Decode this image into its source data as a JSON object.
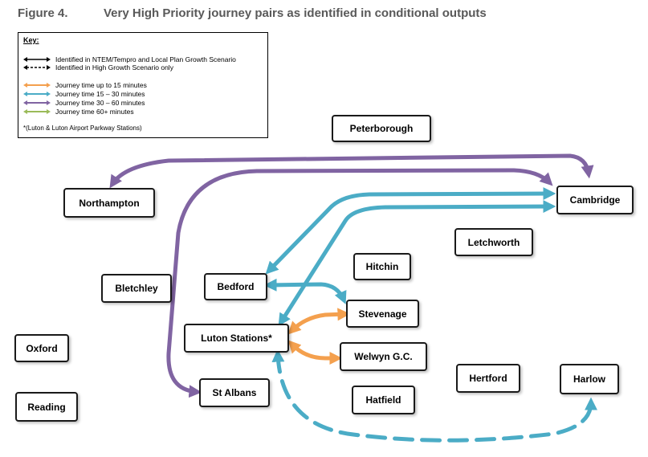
{
  "figure": {
    "number": "Figure 4.",
    "title": "Very High Priority journey pairs as identified in conditional outputs"
  },
  "key": {
    "title": "Key:",
    "items": [
      {
        "label": "Identified in NTEM/Tempro and Local Plan Growth Scenario",
        "style": "solid",
        "color": "#000000"
      },
      {
        "label": "Identified in High Growth Scenario only",
        "style": "dashed",
        "color": "#000000"
      },
      {
        "label": "Journey time up to 15 minutes",
        "style": "solid",
        "color": "#F4A04E"
      },
      {
        "label": "Journey time 15 – 30 minutes",
        "style": "solid",
        "color": "#4BACC6"
      },
      {
        "label": "Journey time 30 – 60 minutes",
        "style": "solid",
        "color": "#8064A2"
      },
      {
        "label": "Journey time 60+ minutes",
        "style": "solid",
        "color": "#9BBB59"
      }
    ],
    "footnote": "*(Luton & Luton Airport Parkway Stations)"
  },
  "places": {
    "peterborough": "Peterborough",
    "cambridge": "Cambridge",
    "northampton": "Northampton",
    "letchworth": "Letchworth",
    "hitchin": "Hitchin",
    "bedford": "Bedford",
    "bletchley": "Bletchley",
    "stevenage": "Stevenage",
    "luton": "Luton Stations*",
    "welwyn": "Welwyn G.C.",
    "oxford": "Oxford",
    "hertford": "Hertford",
    "harlow": "Harlow",
    "st_albans": "St Albans",
    "hatfield": "Hatfield",
    "reading": "Reading"
  },
  "journey_pairs": [
    {
      "from": "Cambridge",
      "to": "Northampton",
      "band": "30 – 60 minutes",
      "scenario": "solid",
      "color": "#8064A2"
    },
    {
      "from": "Cambridge",
      "to": "St Albans",
      "band": "30 – 60 minutes",
      "scenario": "solid",
      "color": "#8064A2"
    },
    {
      "from": "Cambridge",
      "to": "Bedford",
      "band": "15 – 30 minutes",
      "scenario": "solid",
      "color": "#4BACC6"
    },
    {
      "from": "Cambridge",
      "to": "Luton Stations*",
      "band": "15 – 30 minutes",
      "scenario": "solid",
      "color": "#4BACC6"
    },
    {
      "from": "Bedford",
      "to": "Stevenage",
      "band": "15 – 30 minutes",
      "scenario": "solid",
      "color": "#4BACC6"
    },
    {
      "from": "Luton Stations*",
      "to": "Stevenage",
      "band": "up to 15 minutes",
      "scenario": "solid",
      "color": "#F4A04E"
    },
    {
      "from": "Luton Stations*",
      "to": "Welwyn G.C.",
      "band": "up to 15 minutes",
      "scenario": "solid",
      "color": "#F4A04E"
    },
    {
      "from": "Luton Stations*",
      "to": "Harlow",
      "band": "15 – 30 minutes",
      "scenario": "dashed",
      "color": "#4BACC6"
    }
  ]
}
